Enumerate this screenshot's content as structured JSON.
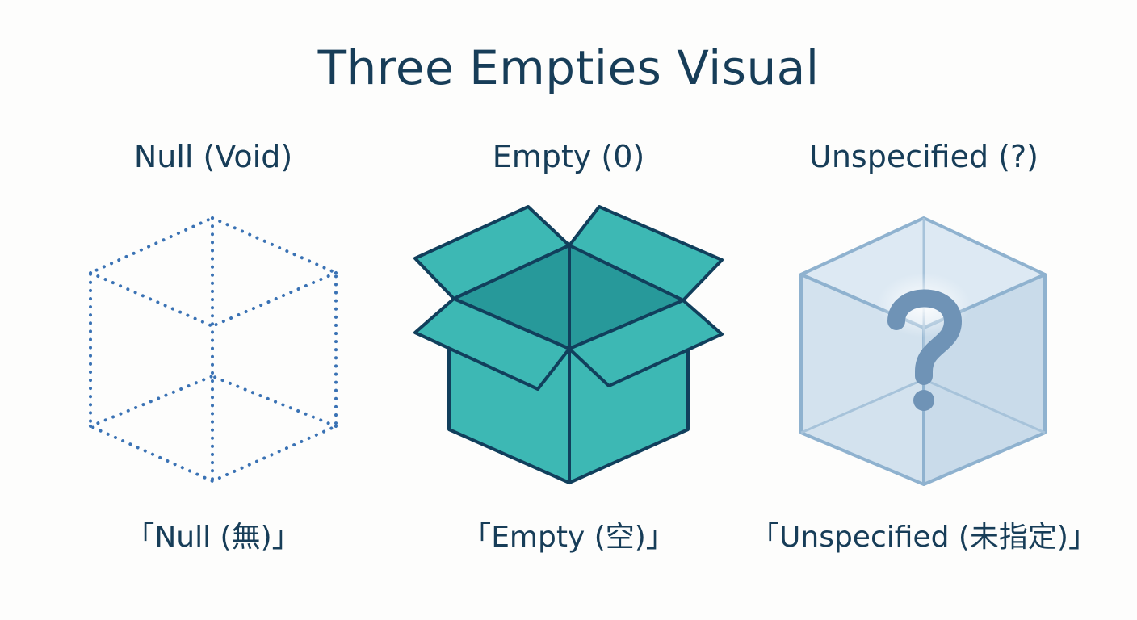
{
  "title": "Three Empties Visual",
  "columns": [
    {
      "heading": "Null (Void)",
      "caption": "「Null (無)」",
      "icon": "dotted-cube-icon"
    },
    {
      "heading": "Empty (0)",
      "caption": "「Empty (空)」",
      "icon": "open-box-icon"
    },
    {
      "heading": "Unspecified (?)",
      "caption": "「Unspecified (未指定)」",
      "icon": "translucent-cube-question-icon"
    }
  ],
  "colors": {
    "text": "#173d58",
    "dotted": "#3a72b4",
    "box_fill": "#3db8b4",
    "box_dark": "#27999a",
    "box_stroke": "#113f5c",
    "glass_fill": "#d8e6f1",
    "glass_stroke": "#8fb2cf",
    "question": "#6f93b6"
  }
}
